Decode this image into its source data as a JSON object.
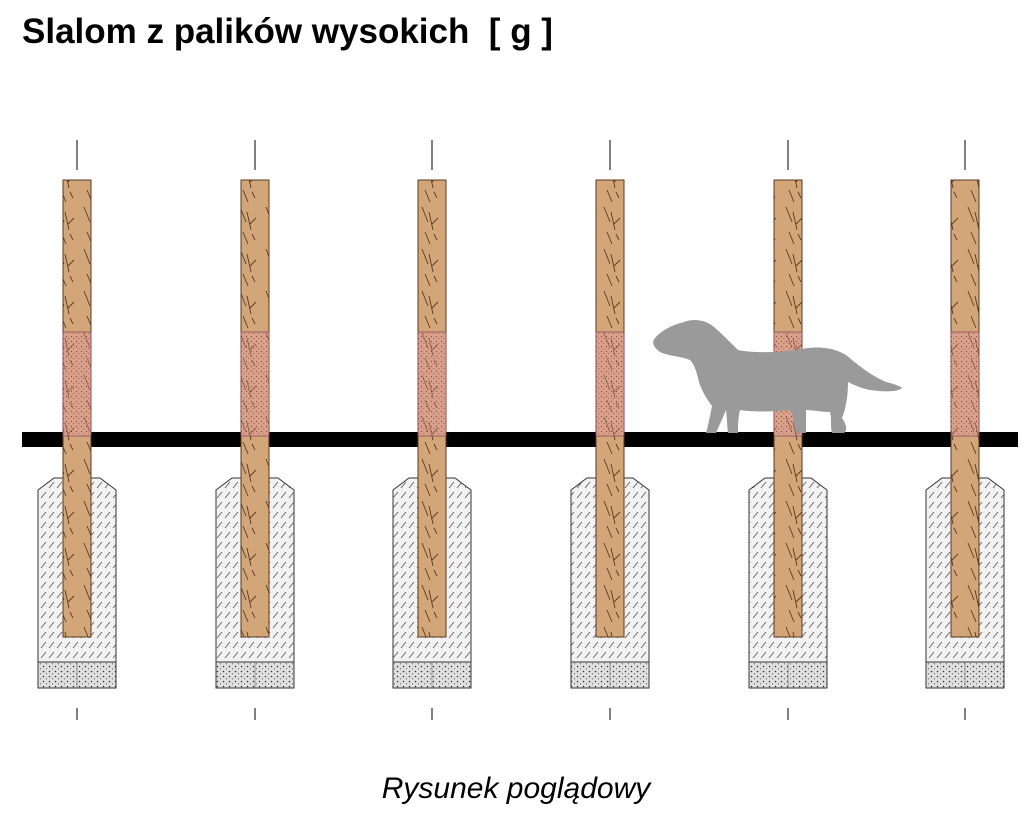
{
  "title": "Slalom z palików wysokich  [ g ]",
  "caption": "Rysunek poglądowy",
  "poles": [
    {
      "id": 1
    },
    {
      "id": 2
    },
    {
      "id": 3
    },
    {
      "id": 4
    },
    {
      "id": 5
    },
    {
      "id": 6
    }
  ],
  "colors": {
    "pole_wood": "#d2a679",
    "pole_band": "#d9a08a",
    "ground_bar": "#000000",
    "footing_fill": "#f2f2f2",
    "base_fill": "#e0e0e0",
    "dog_silhouette": "#9a9a9a"
  }
}
